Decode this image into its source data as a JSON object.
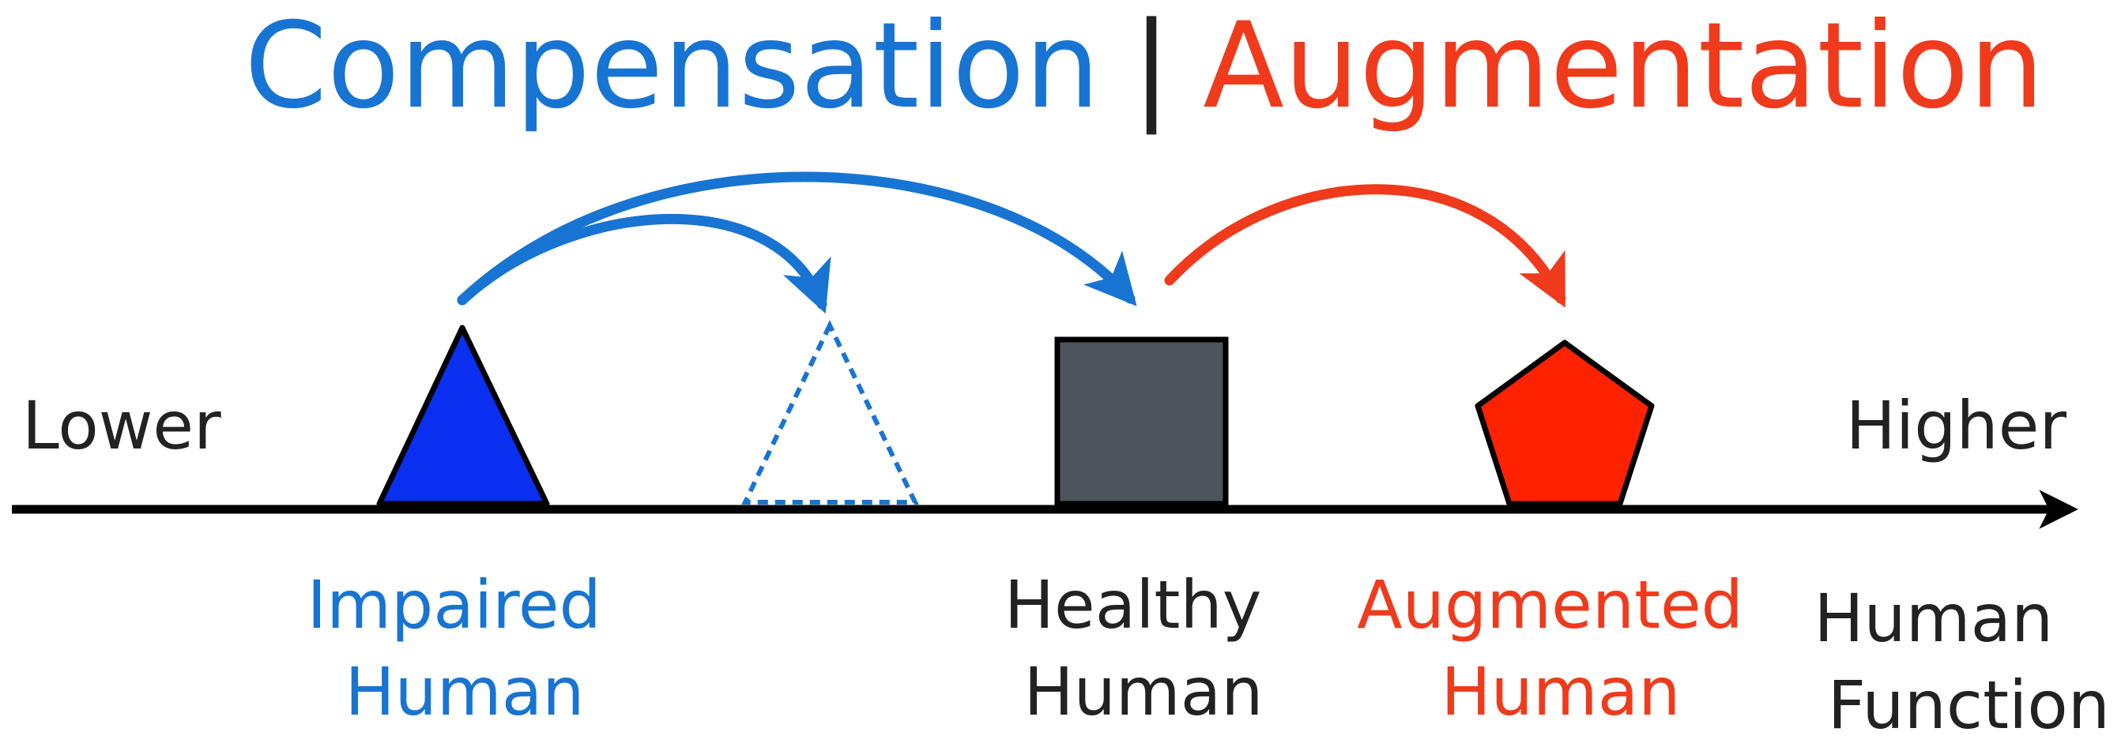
{
  "title": {
    "left": "Compensation",
    "separator": "|",
    "right": "Augmentation"
  },
  "axis": {
    "low_label": "Lower",
    "high_label": "Higher",
    "quantity_line1": "Human",
    "quantity_line2": "Function"
  },
  "nodes": {
    "impaired": {
      "line1": "Impaired",
      "line2": "Human"
    },
    "healthy": {
      "line1": "Healthy",
      "line2": "Human"
    },
    "augmented": {
      "line1": "Augmented",
      "line2": "Human"
    }
  },
  "colors": {
    "compensation": "#1874d2",
    "augmentation": "#f03a1c",
    "impaired_shape": "#0a2ff0",
    "healthy_shape": "#4e545c",
    "augmented_shape": "#ff2200",
    "axis": "#000000",
    "text_dark": "#222222"
  }
}
